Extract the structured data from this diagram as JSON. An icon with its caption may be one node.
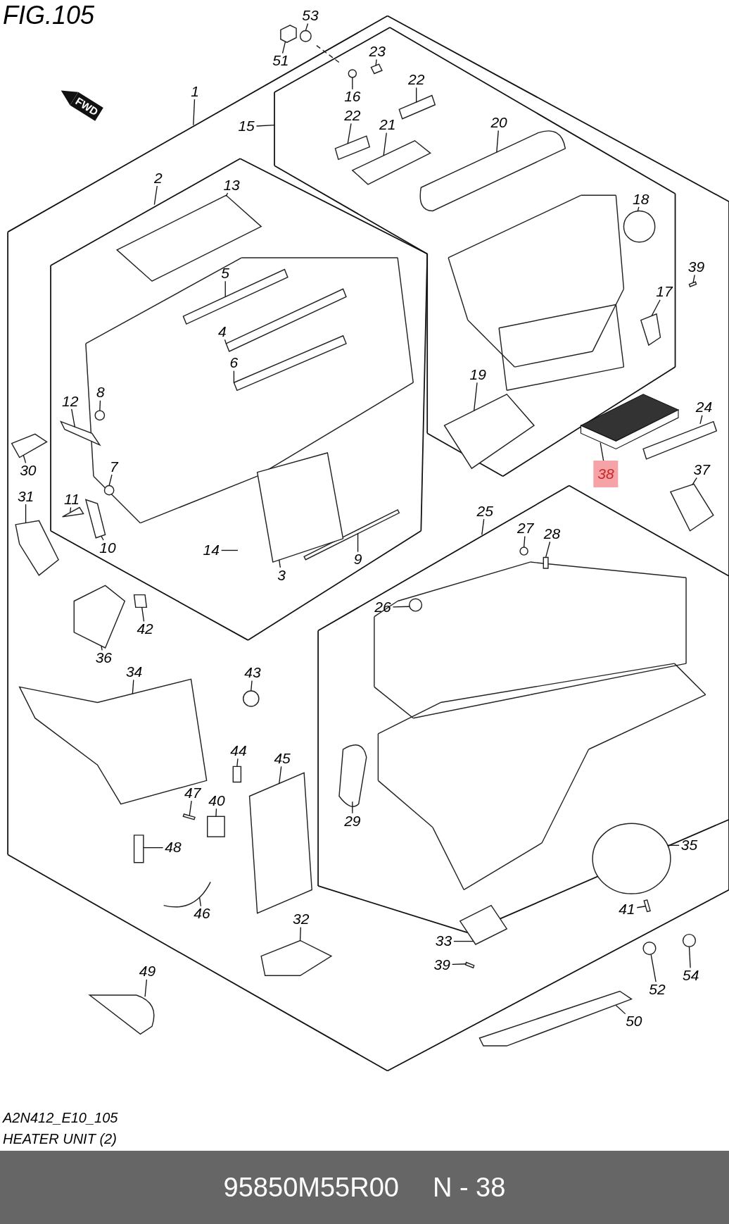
{
  "diagram": {
    "title": "FIG.105",
    "nodes": [
      {
        "text": [
          "53"
        ]
      },
      {
        "text": [
          "51"
        ]
      },
      {
        "text": [
          "23"
        ]
      },
      {
        "text": [
          "16"
        ]
      },
      {
        "text": [
          "1"
        ]
      },
      {
        "text": [
          "22"
        ]
      },
      {
        "text": [
          "15"
        ]
      },
      {
        "text": [
          "22"
        ]
      },
      {
        "text": [
          "21"
        ]
      },
      {
        "text": [
          "20"
        ]
      },
      {
        "text": [
          "2"
        ]
      },
      {
        "text": [
          "13"
        ]
      },
      {
        "text": [
          "18"
        ]
      },
      {
        "text": [
          "39"
        ]
      },
      {
        "text": [
          "5"
        ]
      },
      {
        "text": [
          "17"
        ]
      },
      {
        "text": [
          "4"
        ]
      },
      {
        "text": [
          "6"
        ]
      },
      {
        "text": [
          "19"
        ]
      },
      {
        "text": [
          "12"
        ]
      },
      {
        "text": [
          "8"
        ]
      },
      {
        "text": [
          "24"
        ]
      },
      {
        "text": [
          "30"
        ]
      },
      {
        "text": [
          "7"
        ]
      },
      {
        "text": [
          "38"
        ]
      },
      {
        "text": [
          "37"
        ]
      },
      {
        "text": [
          "31"
        ]
      },
      {
        "text": [
          "11"
        ]
      },
      {
        "text": [
          "25"
        ]
      },
      {
        "text": [
          "27"
        ]
      },
      {
        "text": [
          "28"
        ]
      },
      {
        "text": [
          "10"
        ]
      },
      {
        "text": [
          "14"
        ]
      },
      {
        "text": [
          "9"
        ]
      },
      {
        "text": [
          "3"
        ]
      },
      {
        "text": [
          "26"
        ]
      },
      {
        "text": [
          "42"
        ]
      },
      {
        "text": [
          "36"
        ]
      },
      {
        "text": [
          "34"
        ]
      },
      {
        "text": [
          "43"
        ]
      },
      {
        "text": [
          "44"
        ]
      },
      {
        "text": [
          "45"
        ]
      },
      {
        "text": [
          "47"
        ]
      },
      {
        "text": [
          "40"
        ]
      },
      {
        "text": [
          "29"
        ]
      },
      {
        "text": [
          "35"
        ]
      },
      {
        "text": [
          "48"
        ]
      },
      {
        "text": [
          "46"
        ]
      },
      {
        "text": [
          "41"
        ]
      },
      {
        "text": [
          "32"
        ]
      },
      {
        "text": [
          "33"
        ]
      },
      {
        "text": [
          "39"
        ]
      },
      {
        "text": [
          "49"
        ]
      },
      {
        "text": [
          "52"
        ]
      },
      {
        "text": [
          "54"
        ]
      },
      {
        "text": [
          "50"
        ]
      },
      {
        "text": [],
        "shape": "picture"
      },
      {
        "text": [],
        "shape": "circle"
      },
      {
        "text": [],
        "shape": "circle"
      },
      {
        "text": [],
        "shape": "circle"
      },
      {
        "text": [],
        "shape": "box"
      },
      {
        "text": [],
        "shape": "circle"
      },
      {
        "text": [],
        "shape": "box"
      },
      {
        "text": [],
        "shape": "box"
      },
      {
        "text": [],
        "shape": "box"
      },
      {
        "text": [],
        "shape": "box"
      },
      {
        "text": [],
        "shape": "box"
      },
      {
        "text": [],
        "shape": "box"
      },
      {
        "text": [],
        "shape": "box"
      },
      {
        "text": [],
        "shape": "circle"
      },
      {
        "text": [],
        "shape": "box"
      },
      {
        "text": [],
        "shape": "box"
      },
      {
        "text": [],
        "shape": "box"
      },
      {
        "text": [],
        "shape": "box"
      },
      {
        "text": [],
        "shape": "box"
      },
      {
        "text": [],
        "shape": "box"
      },
      {
        "text": [],
        "shape": "box"
      },
      {
        "text": [],
        "shape": "box"
      },
      {
        "text": [],
        "shape": "box"
      },
      {
        "text": [],
        "shape": "box"
      },
      {
        "text": [],
        "shape": "box"
      },
      {
        "text": [],
        "shape": "box"
      },
      {
        "text": [],
        "shape": "circle"
      },
      {
        "text": [],
        "shape": "box"
      },
      {
        "text": [],
        "shape": "box"
      },
      {
        "text": [],
        "shape": "box"
      },
      {
        "text": [],
        "shape": "box"
      },
      {
        "text": [],
        "shape": "circle"
      },
      {
        "text": [],
        "shape": "box"
      },
      {
        "text": [],
        "shape": "box"
      },
      {
        "text": [],
        "shape": "box"
      },
      {
        "text": [],
        "shape": "circle"
      },
      {
        "text": [],
        "shape": "box"
      },
      {
        "text": [],
        "shape": "box"
      },
      {
        "text": [],
        "shape": "box"
      },
      {
        "text": [],
        "shape": "box"
      },
      {
        "text": [],
        "shape": "circle"
      },
      {
        "text": [],
        "shape": "box"
      },
      {
        "text": [],
        "shape": "box"
      },
      {
        "text": [],
        "shape": "box"
      },
      {
        "text": [],
        "shape": "box"
      },
      {
        "text": [],
        "shape": "box"
      },
      {
        "text": [],
        "shape": "box"
      },
      {
        "text": [],
        "shape": "box"
      },
      {
        "text": [],
        "shape": "circle"
      },
      {
        "text": [],
        "shape": "circle"
      },
      {
        "text": [],
        "shape": "box"
      }
    ],
    "edges": [
      {
        "from": 0,
        "to": 61,
        "arrow": "none"
      },
      {
        "from": 1,
        "to": 62,
        "arrow": "none"
      },
      {
        "from": 2,
        "to": 63,
        "arrow": "none"
      },
      {
        "from": 3,
        "to": 57,
        "arrow": "none"
      },
      {
        "from": 4,
        "to": null,
        "arrow": "none"
      },
      {
        "from": 5,
        "to": 64,
        "arrow": "none"
      },
      {
        "from": 6,
        "to": null,
        "arrow": "none"
      },
      {
        "from": 7,
        "to": 65,
        "arrow": "none"
      },
      {
        "from": 8,
        "to": 66,
        "arrow": "none"
      },
      {
        "from": 9,
        "to": 67,
        "arrow": "none"
      },
      {
        "from": 10,
        "to": null,
        "arrow": "none"
      },
      {
        "from": 11,
        "to": 68,
        "arrow": "none"
      },
      {
        "from": 12,
        "to": 69,
        "arrow": "none"
      },
      {
        "from": 13,
        "to": 70,
        "arrow": "none"
      },
      {
        "from": 14,
        "to": 71,
        "arrow": "none"
      },
      {
        "from": 15,
        "to": 72,
        "arrow": "none"
      },
      {
        "from": 16,
        "to": 73,
        "arrow": "none"
      },
      {
        "from": 17,
        "to": 74,
        "arrow": "none"
      },
      {
        "from": 18,
        "to": 75,
        "arrow": "none"
      },
      {
        "from": 19,
        "to": 76,
        "arrow": "none"
      },
      {
        "from": 20,
        "to": 58,
        "arrow": "none"
      },
      {
        "from": 21,
        "to": 77,
        "arrow": "none"
      },
      {
        "from": 22,
        "to": 78,
        "arrow": "none"
      },
      {
        "from": 23,
        "to": 59,
        "arrow": "none"
      },
      {
        "from": 24,
        "to": 56,
        "arrow": "none"
      },
      {
        "from": 25,
        "to": 79,
        "arrow": "none"
      },
      {
        "from": 26,
        "to": 80,
        "arrow": "none"
      },
      {
        "from": 27,
        "to": 81,
        "arrow": "none"
      },
      {
        "from": 28,
        "to": null,
        "arrow": "none"
      },
      {
        "from": 29,
        "to": 82,
        "arrow": "none"
      },
      {
        "from": 30,
        "to": 83,
        "arrow": "none"
      },
      {
        "from": 31,
        "to": 84,
        "arrow": "none"
      },
      {
        "from": 32,
        "to": null,
        "arrow": "none"
      },
      {
        "from": 33,
        "to": 85,
        "arrow": "none"
      },
      {
        "from": 34,
        "to": 86,
        "arrow": "none"
      },
      {
        "from": 35,
        "to": 87,
        "arrow": "none"
      },
      {
        "from": 36,
        "to": 88,
        "arrow": "none"
      },
      {
        "from": 37,
        "to": 89,
        "arrow": "none"
      },
      {
        "from": 38,
        "to": 90,
        "arrow": "none"
      },
      {
        "from": 39,
        "to": 91,
        "arrow": "none"
      },
      {
        "from": 40,
        "to": 92,
        "arrow": "none"
      },
      {
        "from": 41,
        "to": 93,
        "arrow": "none"
      },
      {
        "from": 42,
        "to": 94,
        "arrow": "none"
      },
      {
        "from": 43,
        "to": 60,
        "arrow": "none"
      },
      {
        "from": 44,
        "to": 95,
        "arrow": "none"
      },
      {
        "from": 45,
        "to": 96,
        "arrow": "none"
      },
      {
        "from": 46,
        "to": 97,
        "arrow": "none"
      },
      {
        "from": 47,
        "to": 98,
        "arrow": "none"
      },
      {
        "from": 48,
        "to": 99,
        "arrow": "none"
      },
      {
        "from": 49,
        "to": 100,
        "arrow": "none"
      },
      {
        "from": 50,
        "to": 101,
        "arrow": "none"
      },
      {
        "from": 51,
        "to": 102,
        "arrow": "none"
      },
      {
        "from": 52,
        "to": 103,
        "arrow": "none"
      },
      {
        "from": 53,
        "to": 104,
        "arrow": "none"
      },
      {
        "from": 54,
        "to": 105,
        "arrow": "none"
      },
      {
        "from": 55,
        "to": 106,
        "arrow": "none"
      }
    ],
    "labels": [
      "FWD",
      "A2N412_E10_105",
      "HEATER UNIT (2)",
      "95850M55R00",
      "N - 38"
    ]
  }
}
